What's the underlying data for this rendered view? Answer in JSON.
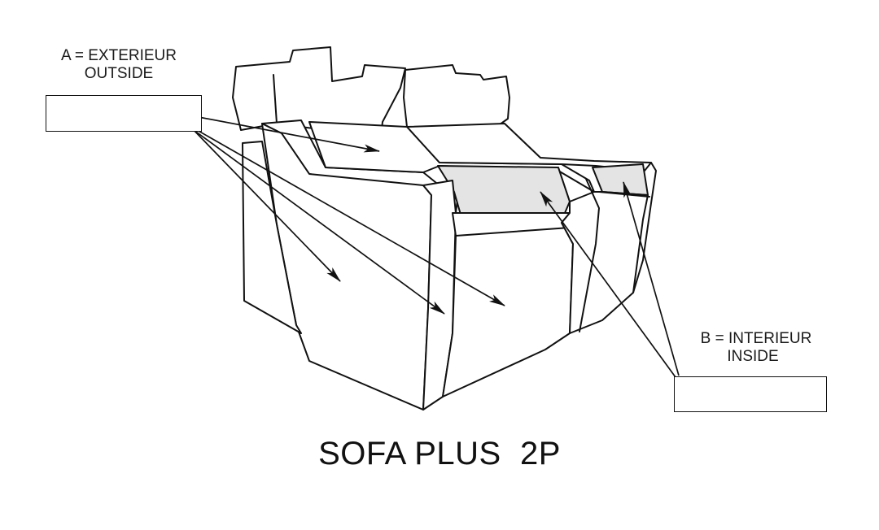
{
  "labels": {
    "a_line1": "A = EXTERIEUR",
    "a_line2": "OUTSIDE",
    "b_line1": "B = INTERIEUR",
    "b_line2": "INSIDE"
  },
  "title": "SOFA PLUS  2P"
}
